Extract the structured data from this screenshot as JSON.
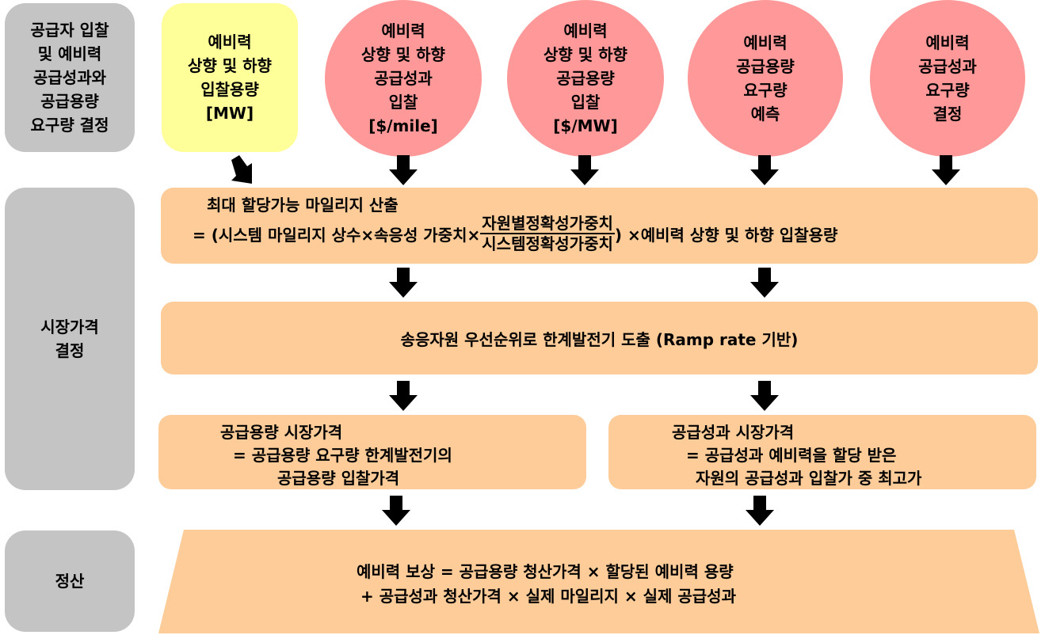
{
  "sidebar": {
    "row1": "공급자 입찰\n및 예비력\n공급성과와\n공급용량\n요구량 결정",
    "row2": "시장가격\n결정",
    "row3": "정산"
  },
  "inputs": {
    "box1": "예비력\n상향 및 하향\n입찰용량\n[MW]",
    "circle1": "예비력\n상향 및 하향\n공급성과\n입찰\n[$/mile]",
    "circle2": "예비력\n상향 및 하향\n공급용량\n입찰\n[$/MW]",
    "circle3": "예비력\n공급용량\n요구량\n예측",
    "circle4": "예비력\n공급성과\n요구량\n결정"
  },
  "mileage": {
    "title": "최대 할당가능 마일리지 산출",
    "prefix": "= (시스템 마일리지 상수×속응성 가중치×",
    "numerator": "자원별정확성가중치",
    "denominator": "시스템정확성가중치",
    "suffix": ") ×예비력 상향 및 하향 입찰용량"
  },
  "ranking": {
    "text": "송응자원 우선순위로 한계발전기 도출 (Ramp rate 기반)"
  },
  "capacity_price": {
    "line1": "공급용량 시장가격",
    "line2": "= 공급용량 요구량 한계발전기의",
    "line3": "공급용량 입찰가격"
  },
  "performance_price": {
    "line1": "공급성과 시장가격",
    "line2": "= 공급성과 예비력을 할당 받은",
    "line3": "자원의 공급성과 입찰가 중 최고가"
  },
  "settlement": {
    "line1": "예비력 보상 = 공급용량 청산가격 × 할당된 예비력 용량",
    "line2": "+ 공급성과 청산가격 × 실제 마일리지 × 실제 공급성과"
  },
  "colors": {
    "sidebar": "#c4c4c4",
    "yellow": "#ffff99",
    "pink": "#ff9999",
    "orange": "#fdcc99"
  }
}
